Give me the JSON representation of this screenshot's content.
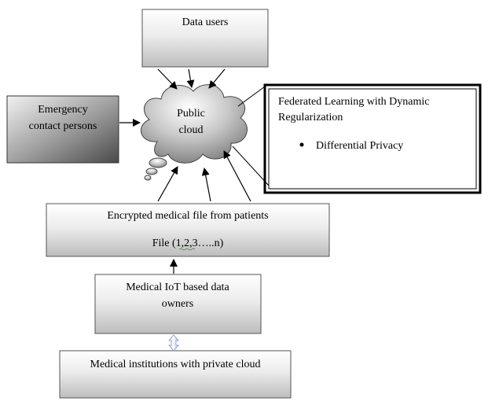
{
  "diagram": {
    "data_users": "Data users",
    "emergency": [
      "Emergency",
      "contact persons"
    ],
    "cloud": [
      "Public",
      "cloud"
    ],
    "federated": {
      "title_lines": [
        "Federated Learning with Dynamic",
        "Regularization"
      ],
      "bullet": "Differential Privacy"
    },
    "encrypted": {
      "line1": "Encrypted medical file from patients",
      "line2": "File (1,2,3…..n)"
    },
    "iot_owners": [
      "Medical IoT based data",
      "owners"
    ],
    "institutions": "Medical institutions with private cloud"
  }
}
